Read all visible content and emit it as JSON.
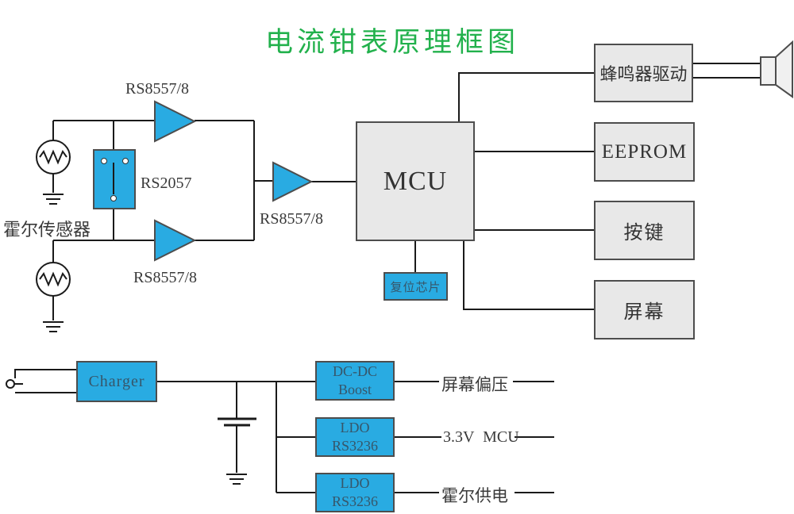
{
  "title": "电流钳表原理框图",
  "colors": {
    "accent_blue": "#29abe2",
    "box_gray": "#e8e8e8",
    "title_green": "#22b14c",
    "wire": "#1a1a1a"
  },
  "labels": {
    "hall_sensor": "霍尔传感器",
    "amp_top": "RS8557/8",
    "amp_bottom": "RS8557/8",
    "amp_stage2": "RS8557/8",
    "mux": "RS2057"
  },
  "blocks": {
    "mcu": "MCU",
    "reset_chip": "复位芯片",
    "buzzer_driver": "蜂鸣器驱动",
    "eeprom": "EEPROM",
    "keys": "按键",
    "screen": "屏幕",
    "charger": "Charger",
    "dcdc_boost": {
      "line1": "DC-DC",
      "line2": "Boost"
    },
    "ldo_mcu": {
      "line1": "LDO",
      "line2": "RS3236"
    },
    "ldo_hall": {
      "line1": "LDO",
      "line2": "RS3236"
    }
  },
  "power_rails": {
    "screen_bias": "屏幕偏压",
    "mcu_33v": "3.3V MCU",
    "hall_supply": "霍尔供电"
  }
}
